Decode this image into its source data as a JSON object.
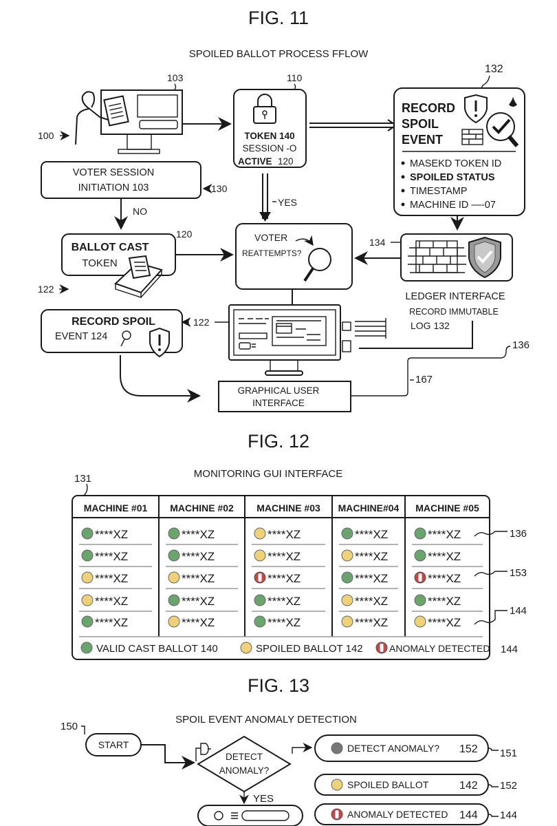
{
  "fig11": {
    "title": "FIG. 11",
    "subtitle": "SPOILED BALLOT PROCESS FFLOW",
    "ref_103": "103",
    "ref_100": "100",
    "ref_110": "110",
    "ref_132": "132",
    "token_box": {
      "line1": "TOKEN 140",
      "line2": "SESSION -O",
      "line3_bold": "ACTIVE",
      "line3_num": "120"
    },
    "record_box": {
      "title1": "RECORD",
      "title2": "SPOIL",
      "title3": "EVENT",
      "bullets": [
        "MASEKD TOKEN ID",
        "SPOILED STATUS",
        "TIMESTAMP",
        "MACHINE ID —-07"
      ]
    },
    "session_box": {
      "line1": "VOTER SESSION",
      "line2": "INITIATION 103",
      "ref": "130"
    },
    "yes_label": "YES",
    "no_label": "NO",
    "ballot_box": {
      "line1": "BALLOT CAST",
      "line2": "TOKEN",
      "ref": "120",
      "ref_122": "122"
    },
    "reattempt_box": {
      "line1": "VOTER",
      "line2": "REATTEMPTS?"
    },
    "ledger": {
      "ref": "134",
      "label": "LEDGER INTERFACE",
      "sub1": "RECORD IMMUTABLE",
      "sub2": "LOG  132"
    },
    "spoil_box": {
      "line1": "RECORD SPOIL",
      "line2": "EVENT 124",
      "ref": "122"
    },
    "gui_box": {
      "line1": "GRAPHICAL USER",
      "line2": "INTERFACE",
      "ref_167": "167",
      "ref_136": "136"
    }
  },
  "fig12": {
    "title": "FIG. 12",
    "subtitle": "MONITORING GUI INTERFACE",
    "ref_131": "131",
    "colors": {
      "valid": "#6aa56e",
      "spoiled": "#edd27a",
      "anomaly": "#c94444"
    },
    "table": {
      "columns": [
        {
          "header": "MACHINE #01",
          "cells": [
            [
              "valid",
              "****XZ"
            ],
            [
              "valid",
              "****XZ"
            ],
            [
              "spoiled",
              "****XZ"
            ],
            [
              "spoiled",
              "****XZ"
            ],
            [
              "valid",
              "****XZ"
            ]
          ]
        },
        {
          "header": "MACHINE #02",
          "cells": [
            [
              "valid",
              "****XZ"
            ],
            [
              "valid",
              "****XZ"
            ],
            [
              "spoiled",
              "****XZ"
            ],
            [
              "valid",
              "****XZ"
            ],
            [
              "spoiled",
              "****XZ"
            ]
          ]
        },
        {
          "header": "MACHINE #03",
          "cells": [
            [
              "spoiled",
              "****XZ"
            ],
            [
              "spoiled",
              "****XZ"
            ],
            [
              "anomaly",
              "****XZ"
            ],
            [
              "valid",
              "****XZ"
            ],
            [
              "valid",
              "****XZ"
            ]
          ]
        },
        {
          "header": "MACHINE#04",
          "cells": [
            [
              "valid",
              "****XZ"
            ],
            [
              "spoiled",
              "****XZ"
            ],
            [
              "valid",
              "****XZ"
            ],
            [
              "spoiled",
              "****XZ"
            ],
            [
              "spoiled",
              "****XZ"
            ]
          ]
        },
        {
          "header": "MACHINE #05",
          "cells": [
            [
              "valid",
              "****XZ"
            ],
            [
              "valid",
              "****XZ"
            ],
            [
              "anomaly",
              "****XZ"
            ],
            [
              "valid",
              "****XZ"
            ],
            [
              "spoiled",
              "****XZ"
            ]
          ]
        }
      ]
    },
    "legend": {
      "valid": "VALID CAST BALLOT 140",
      "spoiled": "SPOILED BALLOT 142",
      "anomaly": "ANOMALY DETECTED"
    },
    "refs": {
      "r136": "136",
      "r153": "153",
      "r144a": "144",
      "r144b": "144"
    }
  },
  "fig13": {
    "title": "FIG. 13",
    "subtitle": "SPOIL EVENT ANOMALY DETECTION",
    "ref_150": "150",
    "start": "START",
    "decision1": "DETECT",
    "decision2": "ANOMALY?",
    "yes_label": "YES",
    "pills": [
      {
        "status": "gray",
        "label": "DETECT ANOMALY?",
        "num": "152",
        "ref": "151"
      },
      {
        "status": "spoiled",
        "label": "SPOILED BALLOT",
        "num": "142",
        "ref": "152"
      },
      {
        "status": "anomaly",
        "label": "ANOMALY DETECTED",
        "num": "144",
        "ref": "144"
      }
    ]
  }
}
